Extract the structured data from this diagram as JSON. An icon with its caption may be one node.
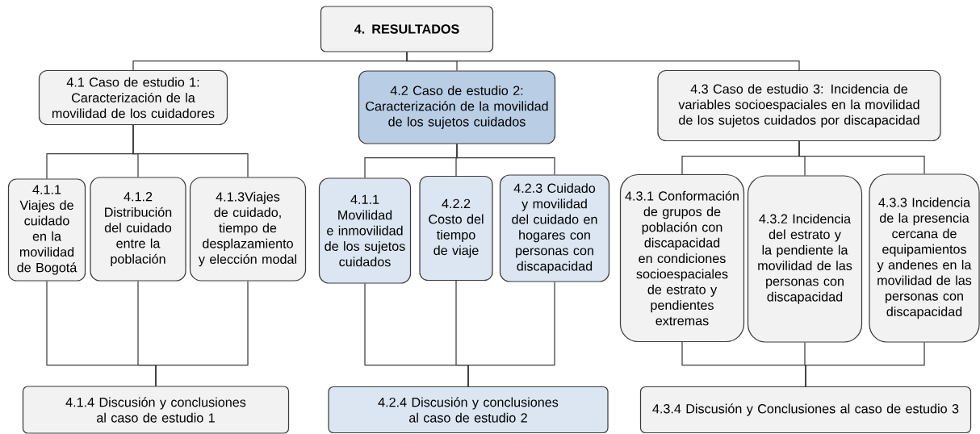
{
  "diagram": {
    "nodes": [
      {
        "text": [
          "4. RESULTADOS"
        ]
      },
      {
        "text": [
          "4.1 Caso de estudio 1: Caracterización de la movilidad de los cuidadores"
        ]
      },
      {
        "text": [
          "4.2 Caso de estudio 2: Caracterización de la movilidad de los sujetos cuidados"
        ]
      },
      {
        "text": [
          "4.3 Caso de estudio 3: Incidencia de variables socioespaciales en la movilidad de los sujetos cuidados por discapacidad"
        ]
      },
      {
        "text": [
          "4.1.1 Viajes de cuidado en la movilidad de Bogotá"
        ]
      },
      {
        "text": [
          "4.1.2 Distribución del cuidado entre la población"
        ]
      },
      {
        "text": [
          "4.1.3Viajes de cuidado, tiempo de desplazamiento y elección modal"
        ]
      },
      {
        "text": [
          "4.1.1 Movilidad e inmovilidad de los sujetos cuidados"
        ]
      },
      {
        "text": [
          "4.2.2 Costo del tiempo de viaje"
        ]
      },
      {
        "text": [
          "4.2.3 Cuidado y movilidad del cuidado en hogares con personas con discapacidad"
        ]
      },
      {
        "text": [
          "4.3.1 Conformación de grupos de población con discapacidad en condiciones socioespaciales de estrato y pendientes extremas"
        ]
      },
      {
        "text": [
          "4.3.2 Incidencia del estrato y la pendiente la movilidad de las personas con discapacidad"
        ]
      },
      {
        "text": [
          "4.3.3 Incidencia de la presencia cercana de equipamientos y andenes en la movilidad de las personas con discapacidad"
        ]
      },
      {
        "text": [
          "4.1.4 Discusión y conclusiones al caso de estudio 1"
        ]
      },
      {
        "text": [
          "4.2.4 Discusión y conclusiones al caso de estudio 2"
        ]
      },
      {
        "text": [
          "4.3.4 Discusión y Conclusiones al caso de estudio 3"
        ]
      }
    ],
    "edges": [
      {
        "from": 0,
        "to": 1,
        "arrow": "none"
      },
      {
        "from": 0,
        "to": 2,
        "arrow": "none"
      },
      {
        "from": 0,
        "to": 3,
        "arrow": "none"
      },
      {
        "from": 1,
        "to": 4,
        "arrow": "none"
      },
      {
        "from": 1,
        "to": 5,
        "arrow": "none"
      },
      {
        "from": 1,
        "to": 6,
        "arrow": "none"
      },
      {
        "from": 2,
        "to": 7,
        "arrow": "none"
      },
      {
        "from": 2,
        "to": 8,
        "arrow": "none"
      },
      {
        "from": 2,
        "to": 9,
        "arrow": "none"
      },
      {
        "from": 3,
        "to": 10,
        "arrow": "none"
      },
      {
        "from": 3,
        "to": 11,
        "arrow": "none"
      },
      {
        "from": 3,
        "to": 12,
        "arrow": "none"
      },
      {
        "from": 4,
        "to": 13,
        "arrow": "none"
      },
      {
        "from": 5,
        "to": 13,
        "arrow": "none"
      },
      {
        "from": 6,
        "to": 13,
        "arrow": "none"
      },
      {
        "from": 7,
        "to": 14,
        "arrow": "none"
      },
      {
        "from": 8,
        "to": 14,
        "arrow": "none"
      },
      {
        "from": 9,
        "to": 14,
        "arrow": "none"
      },
      {
        "from": 10,
        "to": 15,
        "arrow": "none"
      },
      {
        "from": 11,
        "to": 15,
        "arrow": "none"
      },
      {
        "from": 12,
        "to": 15,
        "arrow": "none"
      }
    ]
  }
}
